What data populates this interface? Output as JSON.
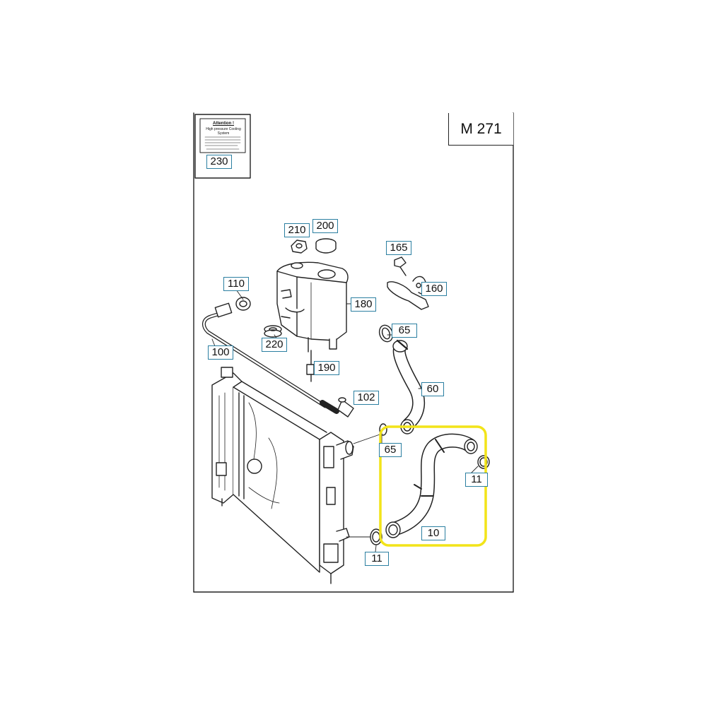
{
  "diagram": {
    "model_code": "M 271",
    "warning_label": {
      "title": "Attention !",
      "subtitle": "High pressure Cooling System"
    },
    "callouts": [
      {
        "id": "230",
        "text": "230"
      },
      {
        "id": "210",
        "text": "210"
      },
      {
        "id": "200",
        "text": "200"
      },
      {
        "id": "165",
        "text": "165"
      },
      {
        "id": "160",
        "text": "160"
      },
      {
        "id": "110",
        "text": "110"
      },
      {
        "id": "180",
        "text": "180"
      },
      {
        "id": "65a",
        "text": "65"
      },
      {
        "id": "220",
        "text": "220"
      },
      {
        "id": "100",
        "text": "100"
      },
      {
        "id": "190",
        "text": "190"
      },
      {
        "id": "60",
        "text": "60"
      },
      {
        "id": "102",
        "text": "102"
      },
      {
        "id": "65b",
        "text": "65"
      },
      {
        "id": "11a",
        "text": "11"
      },
      {
        "id": "10",
        "text": "10"
      },
      {
        "id": "11b",
        "text": "11"
      }
    ],
    "highlight_color": "#f2e419",
    "callout_border_color": "#2b7fa1",
    "line_color": "#222222"
  }
}
